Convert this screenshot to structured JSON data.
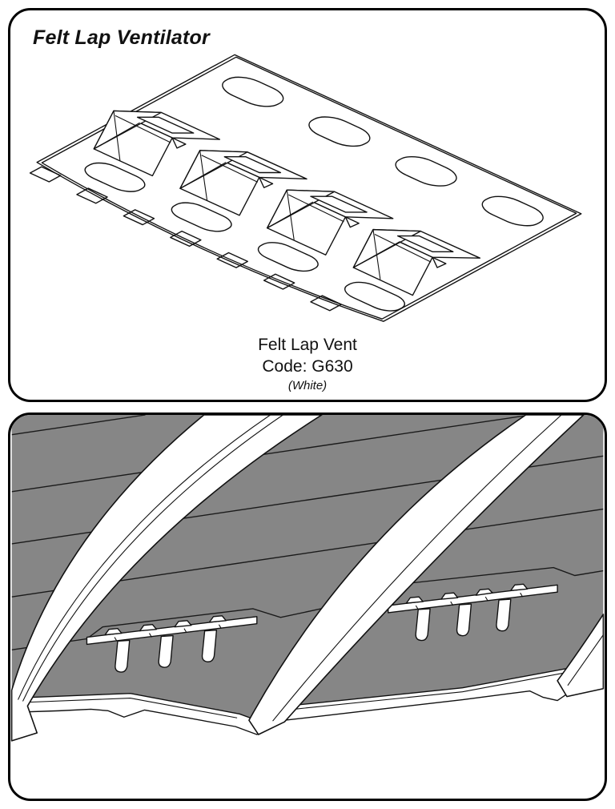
{
  "top_panel": {
    "title": "Felt Lap Ventilator",
    "caption": {
      "line1": "Felt Lap Vent",
      "line2": "Code: G630",
      "line3": "(White)"
    },
    "illustration": "felt-lap-vent-isometric-line-drawing",
    "vent_hood_count": 4,
    "slot_rows": 2,
    "edge_tab_count": 7
  },
  "bottom_panel": {
    "illustration": "two-felt-lap-vents-installed-in-roofing-felt-between-rafters",
    "installed_vent_count": 2,
    "rafter_count": 3,
    "tabs_per_vent": 3
  },
  "colors": {
    "felt_gray": "#868686",
    "line_black": "#111111",
    "paper_white": "#ffffff"
  }
}
